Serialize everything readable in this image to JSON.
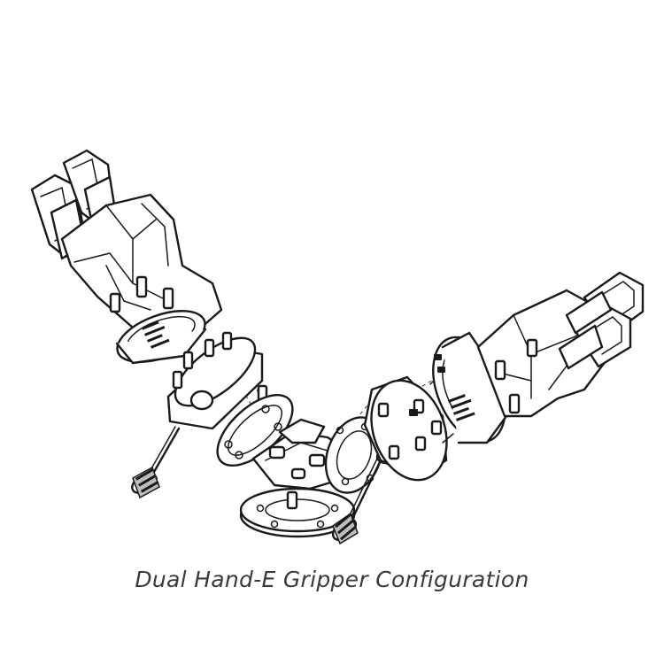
{
  "caption": "Dual Hand-E Gripper Configuration",
  "figure": {
    "parts": [
      "gripper-left",
      "gripper-right",
      "coupling-plate-left",
      "coupling-plate-right",
      "adapter-flange-left",
      "adapter-flange-right",
      "dual-bracket",
      "base-flange",
      "screw-left",
      "screw-right"
    ]
  }
}
